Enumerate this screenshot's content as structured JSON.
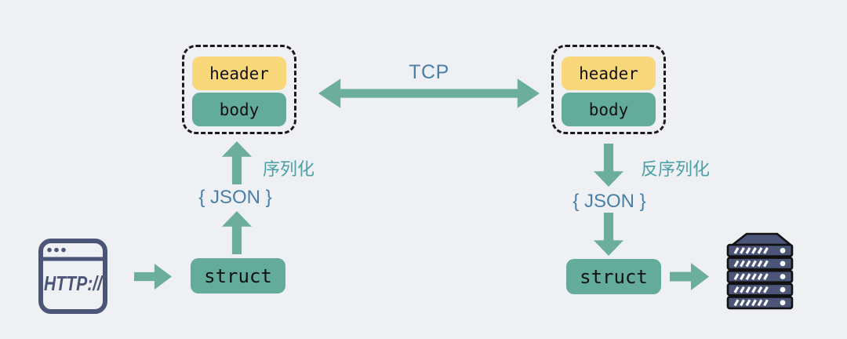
{
  "colors": {
    "background": "#eef0f3",
    "teal_box": "#63ab9a",
    "teal_arrow": "#6cae9c",
    "header_yellow": "#f9d87c",
    "label_blue": "#4a80a8",
    "label_teal": "#4aa0a4",
    "icon_navy": "#4a5578",
    "box_text": "#111111",
    "dash_border": "#1a1a1a"
  },
  "client": {
    "icon": "http-browser-icon",
    "icon_text": "HTTP://"
  },
  "server_side": {
    "icon": "server-rack-icon"
  },
  "transport": {
    "label": "TCP"
  },
  "left_packet": {
    "header": "header",
    "body": "body"
  },
  "right_packet": {
    "header": "header",
    "body": "body"
  },
  "left_flow": {
    "struct": "struct",
    "json": "{ JSON }",
    "process": "序列化"
  },
  "right_flow": {
    "struct": "struct",
    "json": "{ JSON }",
    "process": "反序列化"
  }
}
